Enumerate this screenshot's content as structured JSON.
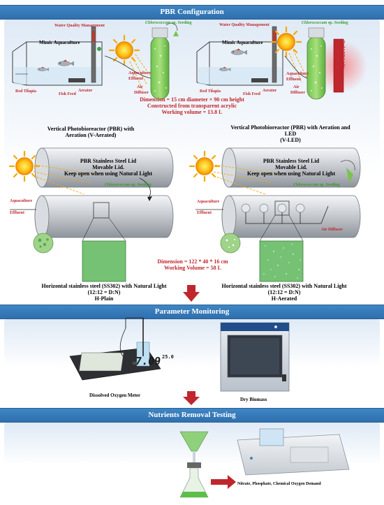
{
  "sections": {
    "config": "PBR Configuration",
    "monitoring": "Parameter Monitoring",
    "nutrients": "Nutrients Removal Testing"
  },
  "vertical": {
    "water_quality": "Water Quality Management",
    "chlorella": "Chlorococcum",
    "seeding": "sp. Seeding",
    "mimic": "Mimic Aquaculture",
    "aquaculture": "Aquaculture",
    "effluent": "Effluent",
    "air": "Air",
    "diffuser": "Diffuser",
    "red_tilapia": "Red Tilapia",
    "fish_feed": "Fish Feed",
    "aerator": "Aerator",
    "red_led": "Red LED Light",
    "dim_line1": "Dimension = 15 cm diameter × 90 cm height",
    "dim_line2": "Constructed from transparent acrylic",
    "dim_line3": "Working volume = 13.8 L",
    "left_title1": "Vertical Photobioreactor (PBR) with",
    "left_title2": "Aeration (V-Aerated)",
    "right_title1": "Vertical Photobioreactor (PBR) with Aeration and",
    "right_title2": "LED",
    "right_title3": "(V-LED)"
  },
  "horizontal": {
    "lid1": "PBR Stainless Steel Lid",
    "lid2": "Movable Lid.",
    "lid3": "Keep open when using Natural Light",
    "chlorella": "Chlorococcum",
    "seeding": "sp. Seeding",
    "aquaculture": "Aquaculture",
    "effluent": "Effluent",
    "air_diffuser": "Air Diffuser",
    "dim_line1": "Dimension = 122 * 40 * 16 cm",
    "dim_line2": "Working Volume = 58 L",
    "left_cap1": "Horizontal stainless steel (SS302) with Natural Light",
    "left_cap2": "(12:12 = D:N)",
    "left_cap3": "H-Plain",
    "right_cap1": "Horizontal stainless steel (SS302) with Natural Light",
    "right_cap2": "(12:12 = D:N)",
    "right_cap3": "H-Aerated"
  },
  "monitoring": {
    "meter_reading": "7.09",
    "meter_temp": "25.0",
    "do_label": "Dissolved Oxygen Meter",
    "dry_label": "Dry Biomass"
  },
  "nutrients": {
    "label": "Nitrate, Phosphate, Chemical Oxygen Demand"
  }
}
